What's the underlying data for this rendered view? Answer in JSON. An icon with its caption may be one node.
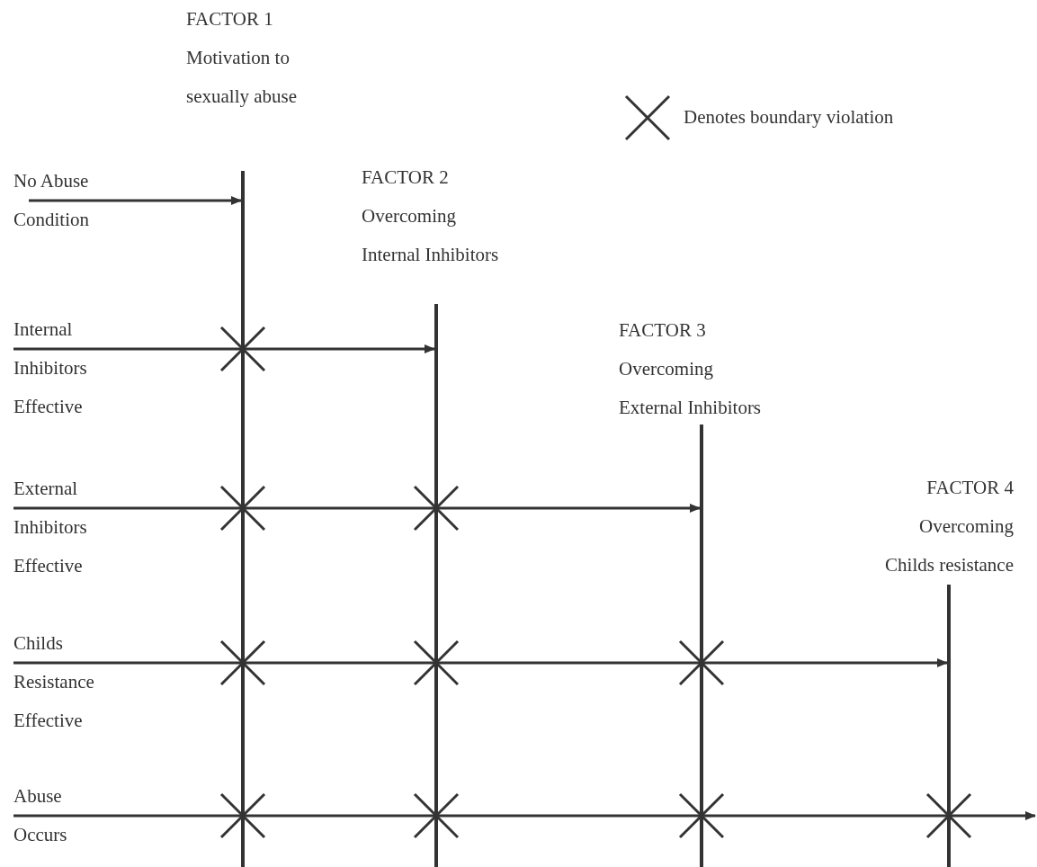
{
  "diagram": {
    "nodes": [
      {
        "text": [
          "FACTOR 1",
          "Motivation to sexually abuse"
        ]
      },
      {
        "text": [
          "FACTOR 2",
          "Overcoming Internal Inhibitors"
        ]
      },
      {
        "text": [
          "FACTOR 3",
          "Overcoming External Inhibitors"
        ]
      },
      {
        "text": [
          "FACTOR 4",
          "Overcoming Childs resistance"
        ]
      },
      {
        "text": [
          "No Abuse Condition"
        ]
      },
      {
        "text": [
          "Internal Inhibitors Effective"
        ]
      },
      {
        "text": [
          "External Inhibitors Effective"
        ]
      },
      {
        "text": [
          "Childs Resistance Effective"
        ]
      },
      {
        "text": [
          "Abuse Occurs"
        ]
      },
      {
        "text": [],
        "shape": "bar"
      },
      {
        "text": [],
        "shape": "bar"
      },
      {
        "text": [],
        "shape": "bar"
      },
      {
        "text": [],
        "shape": "bar"
      }
    ],
    "edges": [
      {
        "from": 4,
        "to": 9,
        "arrow": "to"
      },
      {
        "from": 5,
        "to": 10,
        "arrow": "to"
      },
      {
        "from": 6,
        "to": 11,
        "arrow": "to"
      },
      {
        "from": 7,
        "to": 12,
        "arrow": "to"
      },
      {
        "from": 8,
        "to": null,
        "arrow": "to"
      }
    ],
    "legend": [
      {
        "text": "Denotes boundary violation"
      }
    ]
  }
}
